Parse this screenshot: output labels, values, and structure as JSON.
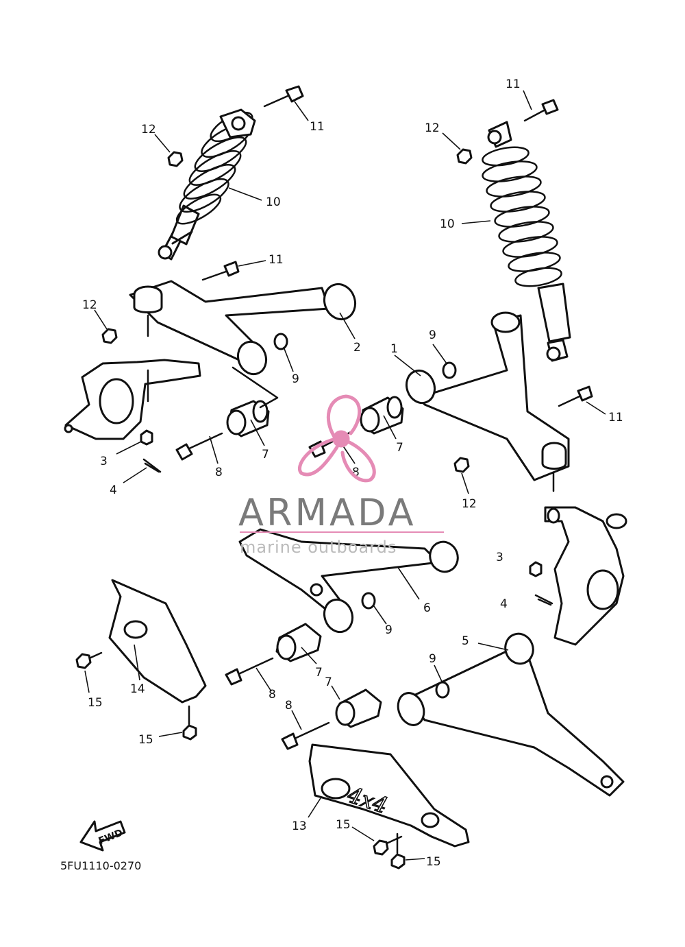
{
  "callouts": {
    "c1": "1",
    "c2": "2",
    "c3a": "3",
    "c3b": "3",
    "c4a": "4",
    "c4b": "4",
    "c5": "5",
    "c6": "6",
    "c7a": "7",
    "c7b": "7",
    "c7c": "7",
    "c7d": "7",
    "c8a": "8",
    "c8b": "8",
    "c8c": "8",
    "c8d": "8",
    "c9a": "9",
    "c9b": "9",
    "c9c": "9",
    "c9d": "9",
    "c10a": "10",
    "c10b": "10",
    "c11a": "11",
    "c11b": "11",
    "c11c": "11",
    "c11d": "11",
    "c12a": "12",
    "c12b": "12",
    "c12c": "12",
    "c12d": "12",
    "c13": "13",
    "c14": "14",
    "c15a": "15",
    "c15b": "15",
    "c15c": "15",
    "c15d": "15"
  },
  "watermark": {
    "brand": "ARMADA",
    "tagline": "marine outboards",
    "color": "#e58bb5"
  },
  "fwd_label": "FWD",
  "diagram_code": "5FU1110-0270",
  "guard_logo": "4x4"
}
